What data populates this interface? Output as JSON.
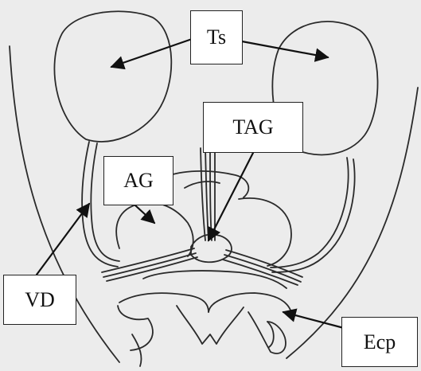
{
  "labels": {
    "ts": "Ts",
    "tag": "TAG",
    "ag": "AG",
    "vd": "VD",
    "ecp": "Ecp"
  },
  "colors": {
    "background": "#ececec",
    "line": "#2a2a2a",
    "label_fill": "#ffffff"
  }
}
